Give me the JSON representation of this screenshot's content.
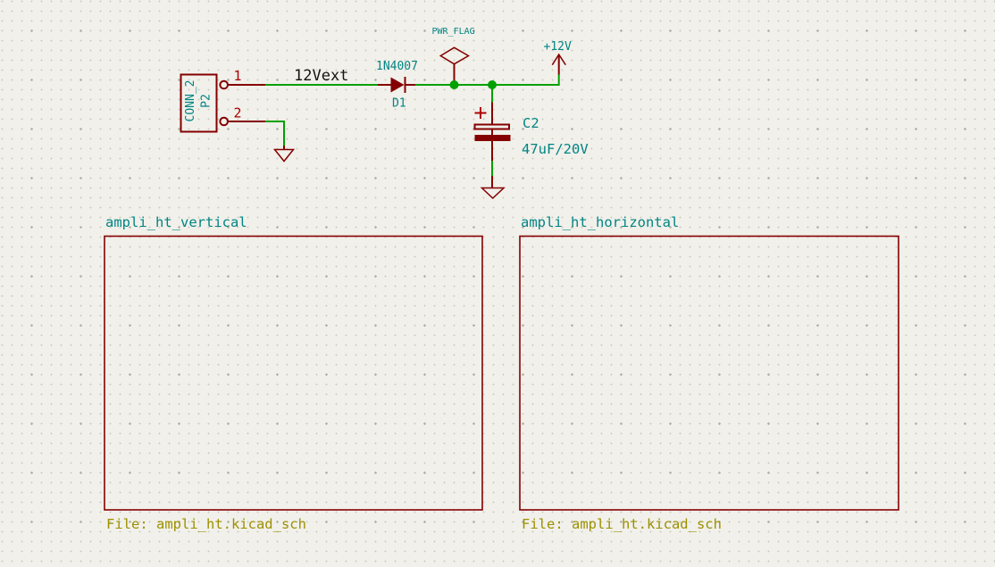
{
  "colors": {
    "background": "#F1F0EA",
    "grid_dot": "#CCCCC3",
    "grid_dot_major": "#B5B5AB",
    "component_outline": "#840000",
    "pin_number": "#AF0000",
    "wire": "#00A000",
    "annotation_teal": "#008484",
    "label_black": "#141414",
    "sheet_file": "#9C9000"
  },
  "schematic": {
    "connector": {
      "value": "CONN_2",
      "reference": "P2",
      "pin_1": "1",
      "pin_2": "2"
    },
    "wire_label": "12Vext",
    "diode": {
      "value": "1N4007",
      "reference": "D1"
    },
    "power_flag_label": "PWR_FLAG",
    "power_net_label": "+12V",
    "capacitor": {
      "reference": "C2",
      "value": "47uF/20V"
    }
  },
  "sheets": [
    {
      "name": "ampli_ht_vertical",
      "file": "File: ampli_ht.kicad_sch"
    },
    {
      "name": "ampli_ht_horizontal",
      "file": "File: ampli_ht.kicad_sch"
    }
  ]
}
